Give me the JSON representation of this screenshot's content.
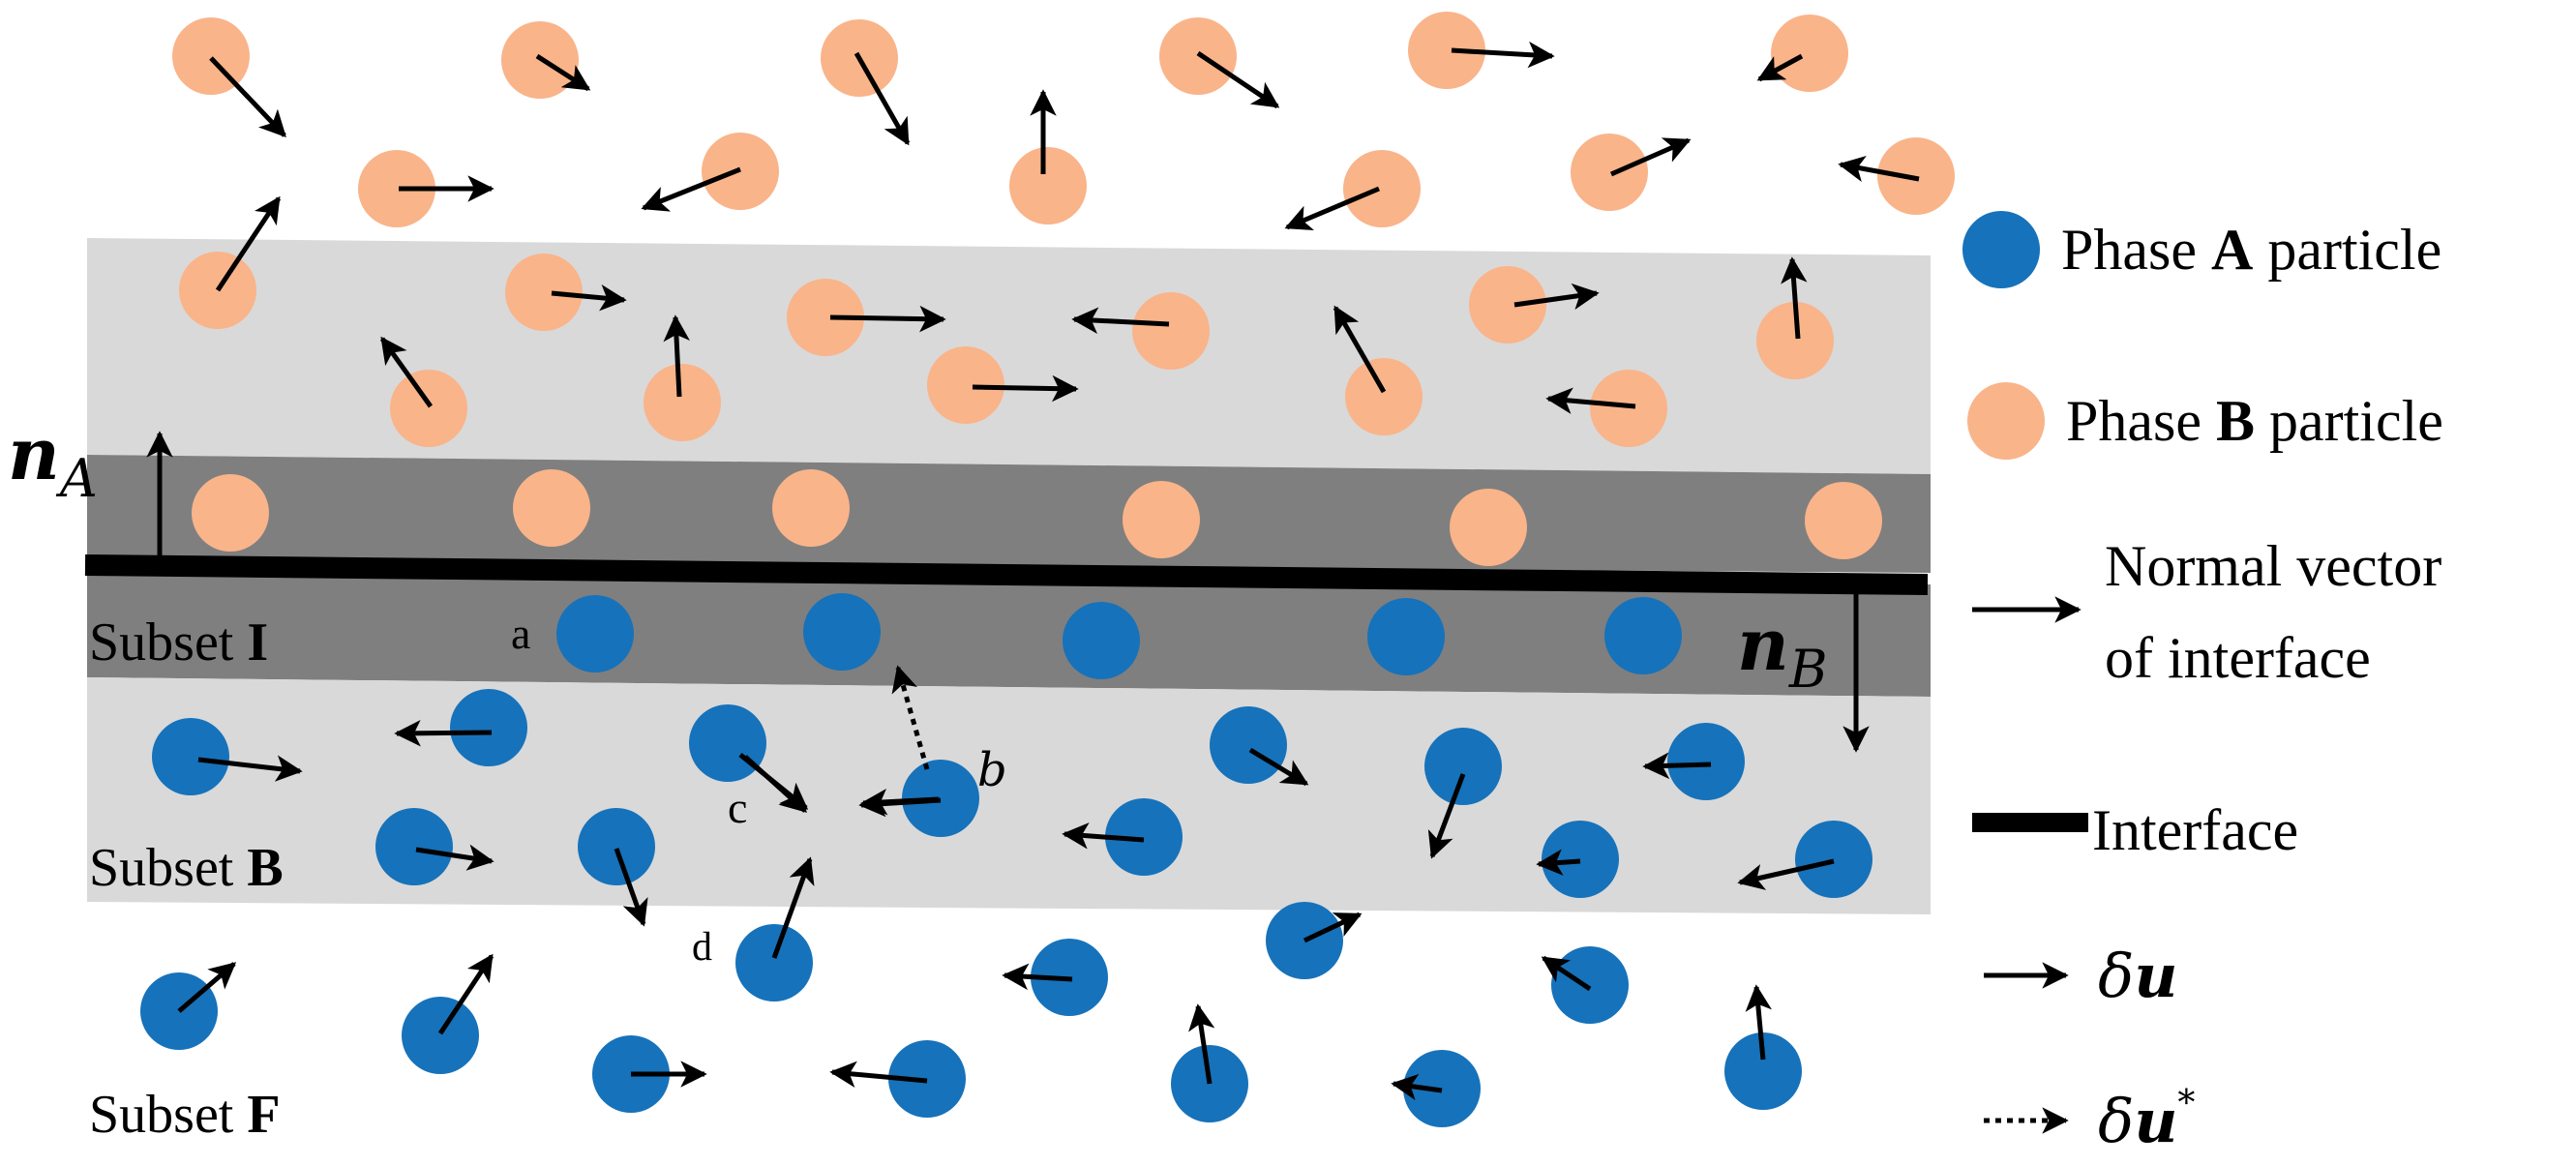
{
  "colors": {
    "phase_a": "#1672ba",
    "phase_b": "#f9b48a",
    "light_band": "#d9d9d9",
    "dark_band": "#7f7f7f",
    "interface": "#000000"
  },
  "labels": {
    "subset_i_prefix": "Subset ",
    "subset_i_letter": "I",
    "subset_b_prefix": "Subset ",
    "subset_b_letter": "B",
    "subset_f_prefix": "Subset ",
    "subset_f_letter": "F",
    "n_a_base": "n",
    "n_a_sub": "A",
    "n_b_base": "n",
    "n_b_sub": "B",
    "point_a": "a",
    "point_b": "b",
    "point_c": "c",
    "point_d": "d"
  },
  "legend": {
    "phase_a_prefix": "Phase ",
    "phase_a_letter": "A",
    "phase_a_suffix": " particle",
    "phase_b_prefix": "Phase ",
    "phase_b_letter": "B",
    "phase_b_suffix": " particle",
    "normal_line1": "Normal vector",
    "normal_line2": "of interface",
    "interface": "Interface",
    "du_delta": "δ",
    "du_u": "u",
    "dustar_delta": "δ",
    "dustar_u": "u",
    "dustar_star": "*"
  },
  "icons": {
    "arrow": "arrow-icon",
    "dotted_arrow": "dotted-arrow-icon",
    "particle": "circle-icon"
  }
}
